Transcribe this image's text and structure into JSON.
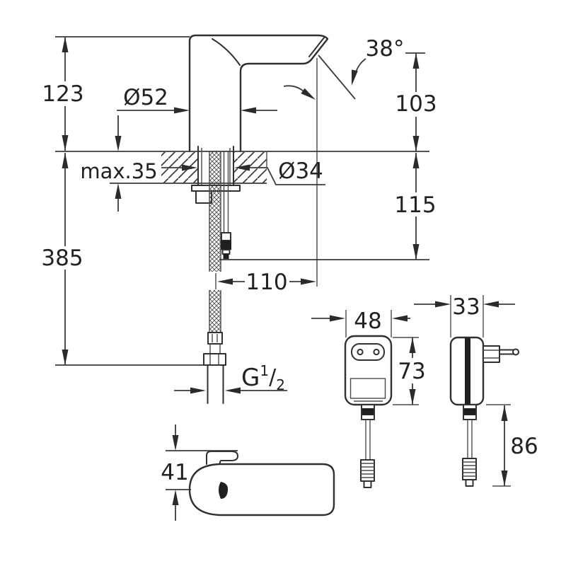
{
  "colors": {
    "line": "#3a3a3a",
    "text": "#222222",
    "background": "#ffffff",
    "ink": "#1f1f1f"
  },
  "dims": {
    "d123": "123",
    "d385": "385",
    "o52": "Ø52",
    "max35": "max.35",
    "o34": "Ø34",
    "a38": "38°",
    "d103": "103",
    "d115": "115",
    "d110": "110",
    "d41": "41",
    "d48": "48",
    "d73": "73",
    "d33": "33",
    "d86": "86",
    "thread": {
      "base": "G",
      "sup": "1",
      "slash": "/",
      "sub": "2"
    }
  }
}
